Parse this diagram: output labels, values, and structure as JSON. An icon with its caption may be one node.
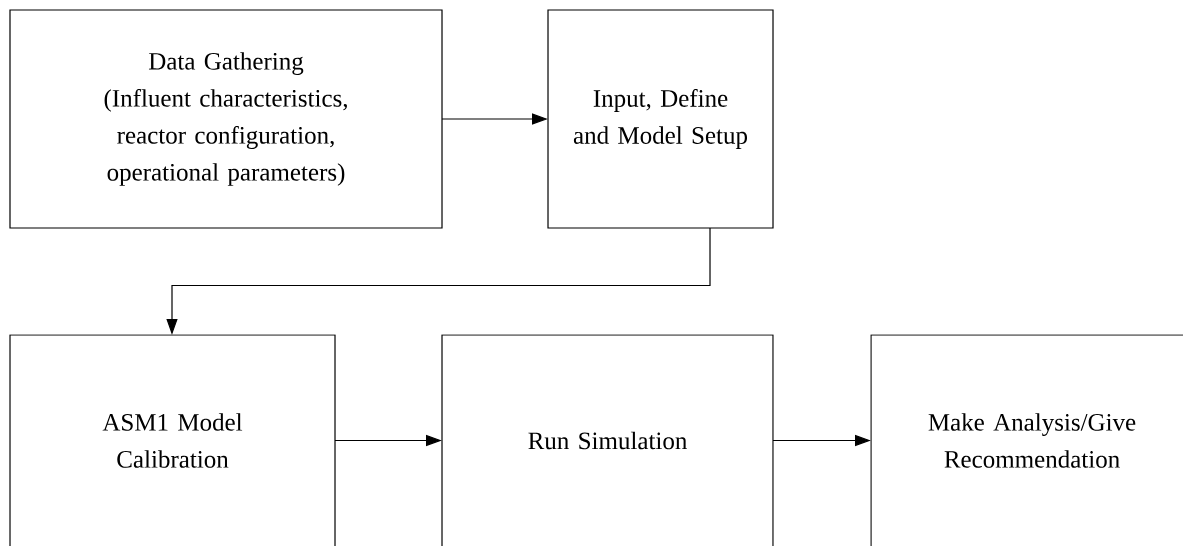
{
  "diagram": {
    "nodes": [
      {
        "text": [
          "Data Gathering (Influent characteristics, reactor configuration, operational parameters)"
        ]
      },
      {
        "text": [
          "Input, Define and Model Setup"
        ]
      },
      {
        "text": [
          "ASM1 Model Calibration"
        ]
      },
      {
        "text": [
          "Run Simulation"
        ]
      },
      {
        "text": [
          "Make Analysis/Give Recommendation"
        ]
      }
    ],
    "edges": [
      {
        "from": 0,
        "to": 1,
        "arrow": "to"
      },
      {
        "from": 1,
        "to": 2,
        "arrow": "to"
      },
      {
        "from": 2,
        "to": 3,
        "arrow": "to"
      },
      {
        "from": 3,
        "to": 4,
        "arrow": "to"
      }
    ]
  }
}
